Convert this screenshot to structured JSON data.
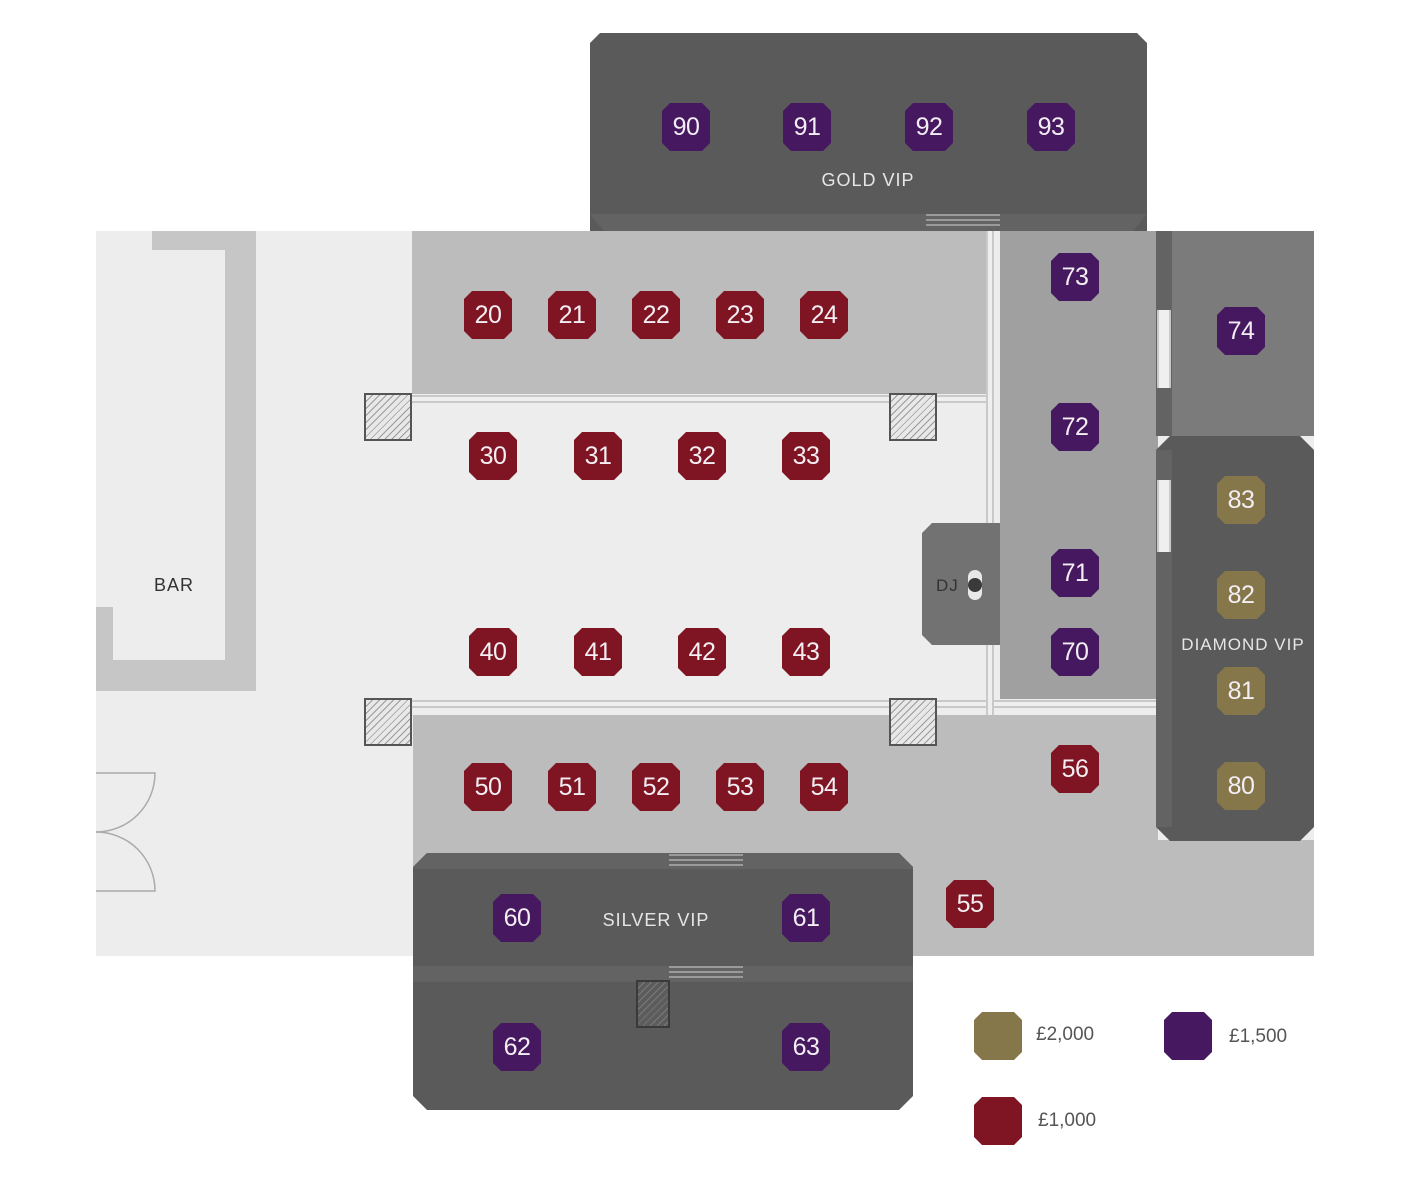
{
  "zones": {
    "gold_vip": "GOLD VIP",
    "silver_vip": "SILVER VIP",
    "diamond_vip": "DIAMOND VIP",
    "bar": "BAR",
    "dj": "DJ"
  },
  "tiers": {
    "gold": {
      "price": "£2,000",
      "color": "#86774a"
    },
    "purple": {
      "price": "£1,500",
      "color": "#45185f"
    },
    "red": {
      "price": "£1,000",
      "color": "#7f1422"
    }
  },
  "tables": {
    "t90": "90",
    "t91": "91",
    "t92": "92",
    "t93": "93",
    "t20": "20",
    "t21": "21",
    "t22": "22",
    "t23": "23",
    "t24": "24",
    "t30": "30",
    "t31": "31",
    "t32": "32",
    "t33": "33",
    "t40": "40",
    "t41": "41",
    "t42": "42",
    "t43": "43",
    "t50": "50",
    "t51": "51",
    "t52": "52",
    "t53": "53",
    "t54": "54",
    "t55": "55",
    "t56": "56",
    "t60": "60",
    "t61": "61",
    "t62": "62",
    "t63": "63",
    "t70": "70",
    "t71": "71",
    "t72": "72",
    "t73": "73",
    "t74": "74",
    "t80": "80",
    "t81": "81",
    "t82": "82",
    "t83": "83"
  },
  "legend": [
    {
      "label": "£2,000",
      "tier": "gold"
    },
    {
      "label": "£1,500",
      "tier": "purple"
    },
    {
      "label": "£1,000",
      "tier": "red"
    }
  ]
}
